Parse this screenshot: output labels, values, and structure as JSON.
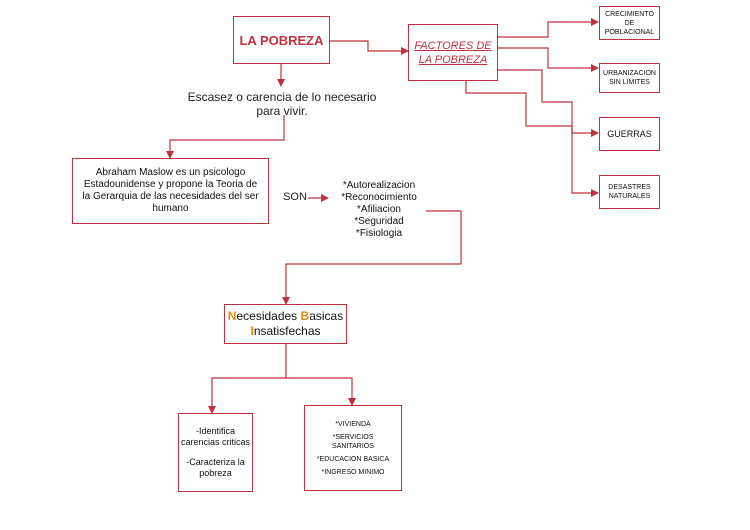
{
  "title": "LA POBREZA",
  "definition": "Escasez o carencia de lo necesario para vivir.",
  "factores_title": "FACTORES DE LA POBREZA",
  "factores": [
    "CRECIMIENTO DE POBLACIONAL",
    "URBANIZACION SIN LIMITES",
    "GUERRAS",
    "DESASTRES NATURALES"
  ],
  "maslow_text": "Abraham Maslow es un psicologo Estadounidense y propone la Teoria de la Gerarquia de las necesidades del ser humano",
  "son_label": "SON",
  "hierarchy": [
    "*Autorealizacion",
    "*Reconocimiento",
    "*Afiliacion",
    "*Seguridad",
    "*Fisiologia"
  ],
  "nbi": {
    "first_letters": [
      "N",
      "B",
      "I"
    ],
    "rests": [
      "ecesidades ",
      "asicas",
      "nsatisfechas"
    ]
  },
  "nbi_functions": [
    "-Identifica carencias criticas",
    "-Caracteriza la pobreza"
  ],
  "nbi_indicators": [
    "*VIVIENDA",
    "*SERVICIOS SANITARIOS",
    "*EDUCACION BASICA",
    "*INGRESO MINIMO"
  ],
  "colors": {
    "accent": "#c0313f",
    "highlight": "#e08a10"
  }
}
